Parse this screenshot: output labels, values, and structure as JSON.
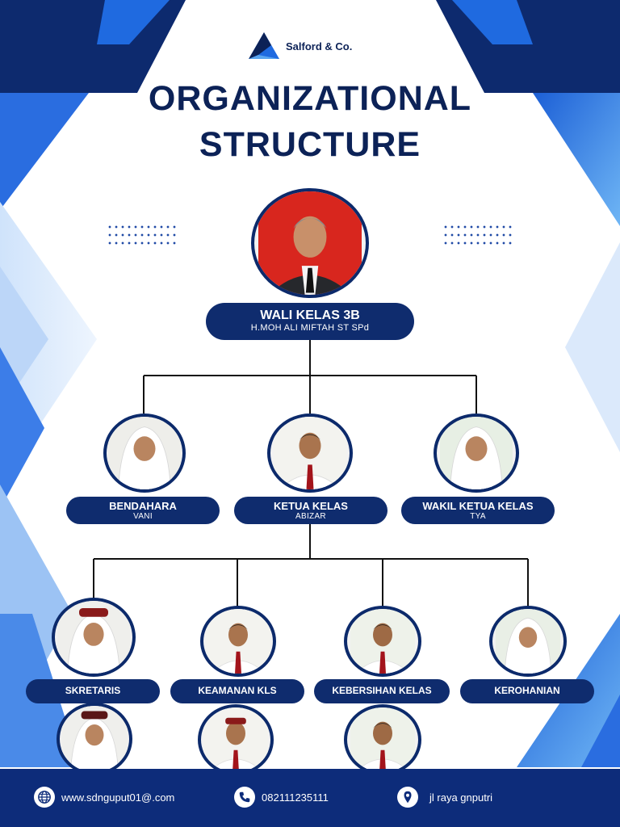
{
  "brand": {
    "name": "Salford & Co.",
    "logo_icon": "triangle-logo-icon"
  },
  "title": {
    "line1": "ORGANIZATIONAL",
    "line2": "STRUCTURE"
  },
  "colors": {
    "navy": "#0c2257",
    "pill": "#0f2c6e",
    "footer": "#0d2c7a",
    "accent_blue": "#2f6fe0"
  },
  "head": {
    "role": "WALI KELAS 3B",
    "name": "H.MOH ALI MIFTAH ST SPd"
  },
  "level2": [
    {
      "role": "BENDAHARA",
      "name": "VANI"
    },
    {
      "role": "KETUA KELAS",
      "name": "ABIZAR"
    },
    {
      "role": "WAKIL KETUA KELAS",
      "name": "TYA"
    }
  ],
  "level3": [
    {
      "role": "SKRETARIS"
    },
    {
      "role": "KEAMANAN KLS"
    },
    {
      "role": "KEBERSIHAN KELAS"
    },
    {
      "role": "KEROHANIAN"
    }
  ],
  "footer": {
    "website": {
      "icon": "globe-icon",
      "text": "www.sdnguput01@.com"
    },
    "phone": {
      "icon": "phone-icon",
      "text": "082111235111"
    },
    "address": {
      "icon": "location-pin-icon",
      "text": "jl raya gnputri"
    }
  }
}
